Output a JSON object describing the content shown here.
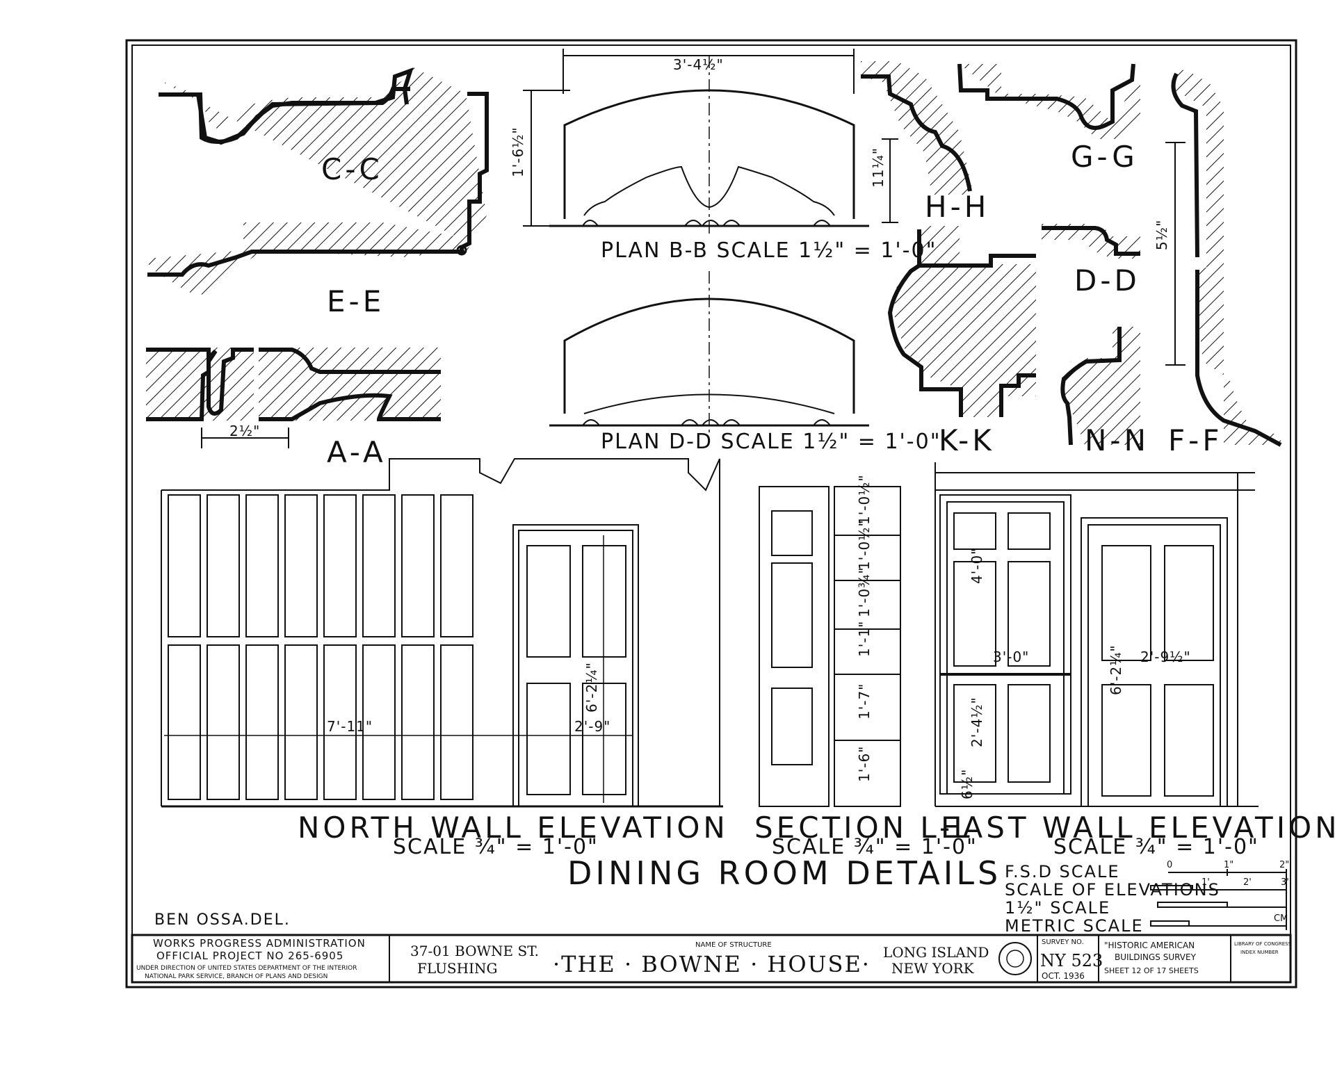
{
  "sections": {
    "cc": "C-C",
    "ee": "E-E",
    "aa": "A-A",
    "hh": "H-H",
    "gg": "G-G",
    "dd": "D-D",
    "kk": "K-K",
    "nn": "N-N",
    "ff": "F-F"
  },
  "plans": {
    "bb_title": "PLAN  B-B  SCALE 1½\" = 1'-0\"",
    "dd_title": "PLAN  D-D  SCALE 1½\" = 1'-0\"",
    "bb_width": "3'-4½\"",
    "bb_height": "1'-6½\"",
    "bb_depth": "11¼\""
  },
  "dims": {
    "aa_width": "2½\"",
    "ff_height": "5½\"",
    "north_width": "7'-11\"",
    "door_width": "2'-9\"",
    "door_height": "6'-2¼\"",
    "sec_1": "1'-0½\"",
    "sec_2": "1'-0½\"",
    "sec_3": "1'-0¾\"",
    "sec_4": "1'-1\"",
    "sec_5": "1'-7\"",
    "sec_6": "1'-6\"",
    "east_panel_w": "3'-0\"",
    "east_panel_h": "4'-0\"",
    "east_lower_h": "2'-4½\"",
    "east_door_w": "2'-9½\"",
    "east_door_h": "6'-2¼\"",
    "east_base": "6½\""
  },
  "elevations": {
    "north_title": "NORTH  WALL  ELEVATION",
    "north_scale": "SCALE ¾\" = 1'-0\"",
    "section_title": "SECTION  L-L",
    "section_scale": "SCALE ¾\" = 1'-0\"",
    "east_title": "EAST  WALL  ELEVATION",
    "east_scale": "SCALE ¾\" = 1'-0\""
  },
  "main_title": "DINING  ROOM  DETAILS",
  "scales": {
    "fsd": "F.S.D SCALE",
    "elev": "SCALE OF ELEVATIONS",
    "one_half": "1½\" SCALE",
    "metric": "METRIC SCALE",
    "t0": "0",
    "t1": "1\"",
    "t2": "2\"",
    "t1p": "1'",
    "t2p": "2'",
    "t3p": "3'",
    "cm": "CM"
  },
  "delineator": "BEN OSSA.DEL.",
  "title_block": {
    "wpa_1": "WORKS PROGRESS ADMINISTRATION",
    "wpa_2": "OFFICIAL  PROJECT  NO  265-6905",
    "wpa_3": "UNDER DIRECTION OF UNITED STATES DEPARTMENT OF THE INTERIOR",
    "wpa_4": "NATIONAL PARK SERVICE, BRANCH OF PLANS AND DESIGN",
    "address_1": "37-01 BOWNE ST.",
    "address_2": "FLUSHING",
    "name_label": "NAME OF STRUCTURE",
    "name": "·THE · BOWNE · HOUSE·",
    "location_1": "LONG ISLAND",
    "location_2": "NEW YORK",
    "survey_label": "SURVEY NO.",
    "survey_no": "NY 523",
    "survey_date": "OCT. 1936",
    "habs_1": "\"HISTORIC AMERICAN",
    "habs_2": "BUILDINGS SURVEY",
    "sheet": "SHEET 12 OF 17 SHEETS",
    "loc_1": "LIBRARY OF CONGRESS",
    "loc_2": "INDEX NUMBER"
  }
}
